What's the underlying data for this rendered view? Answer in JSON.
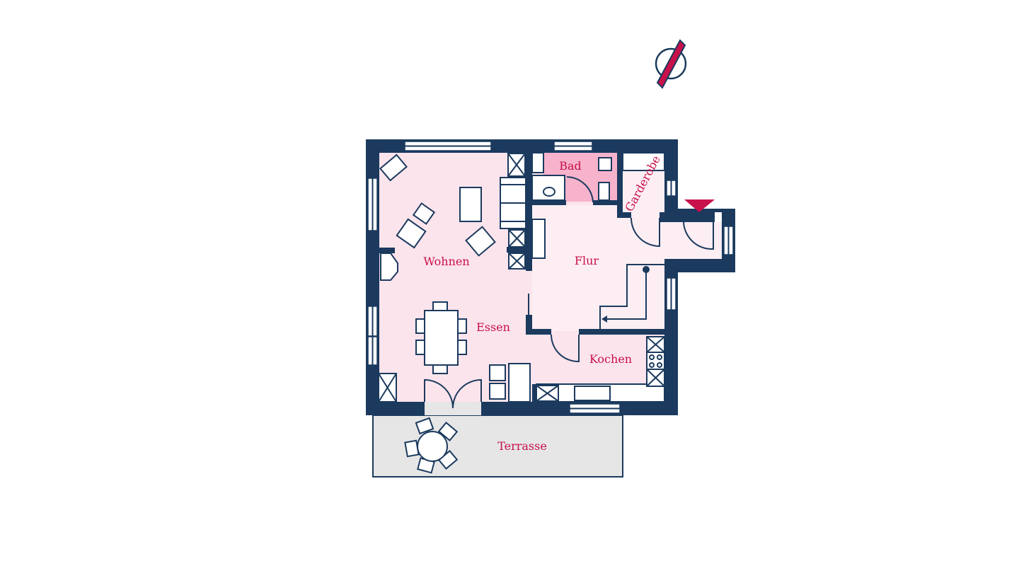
{
  "plan": {
    "rooms": {
      "bad": "Bad",
      "garderobe": "Garderobe",
      "wohnen": "Wohnen",
      "flur": "Flur",
      "essen": "Essen",
      "kochen": "Kochen",
      "terrasse": "Terrasse"
    },
    "icons": {
      "compass": "north-compass-icon",
      "entrance": "entrance-triangle-icon"
    }
  },
  "colors": {
    "wall": "#1b3a5e",
    "room_fill": "#fce4ec",
    "bath_fill": "#f7b3cc",
    "label": "#c8104a",
    "terrace": "#e6e6e6"
  }
}
